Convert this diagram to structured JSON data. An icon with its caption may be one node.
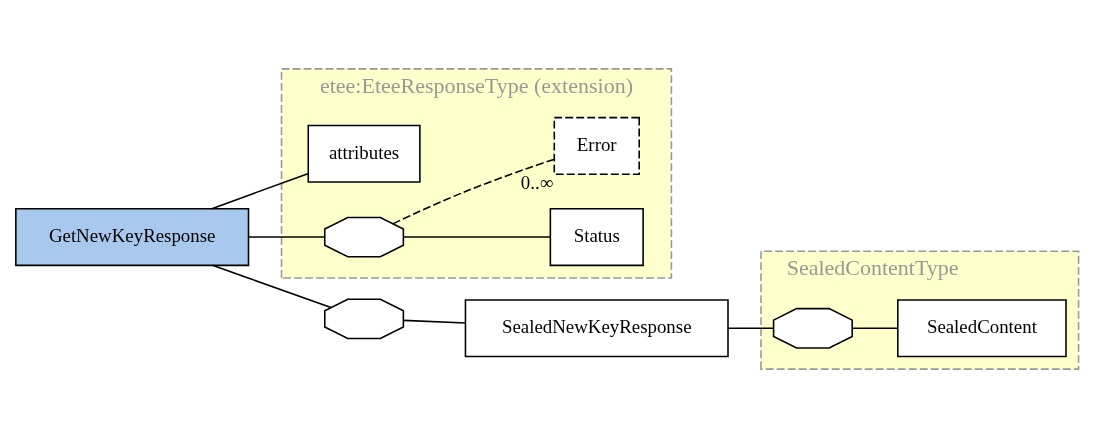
{
  "diagram": {
    "nodes": [
      {
        "text": [
          "GetNewKeyResponse"
        ]
      },
      {
        "text": [
          "etee:EteeResponseType (extension)"
        ]
      },
      {
        "text": [
          "attributes"
        ],
        "in": 1
      },
      {
        "text": [],
        "shape": "octagon",
        "in": 1
      },
      {
        "text": [
          "Status"
        ],
        "in": 1
      },
      {
        "text": [
          "Error"
        ],
        "in": 1,
        "beside": [
          "0..∞"
        ]
      },
      {
        "text": [],
        "shape": "octagon"
      },
      {
        "text": [
          "SealedNewKeyResponse"
        ]
      },
      {
        "text": [
          "SealedContentType"
        ]
      },
      {
        "text": [],
        "shape": "octagon",
        "in": 8
      },
      {
        "text": [
          "SealedContent"
        ],
        "in": 8
      }
    ],
    "edges": [
      {
        "from": 0,
        "to": 2,
        "arrow": "none"
      },
      {
        "from": 0,
        "to": 3,
        "arrow": "none"
      },
      {
        "from": 3,
        "to": 4,
        "arrow": "none"
      },
      {
        "from": 3,
        "to": 5,
        "arrow": "none",
        "style": "dashed"
      },
      {
        "from": 0,
        "to": 6,
        "arrow": "none"
      },
      {
        "from": 6,
        "to": 7,
        "arrow": "none"
      },
      {
        "from": 7,
        "to": 9,
        "arrow": "none"
      },
      {
        "from": 9,
        "to": 10,
        "arrow": "none"
      }
    ]
  }
}
